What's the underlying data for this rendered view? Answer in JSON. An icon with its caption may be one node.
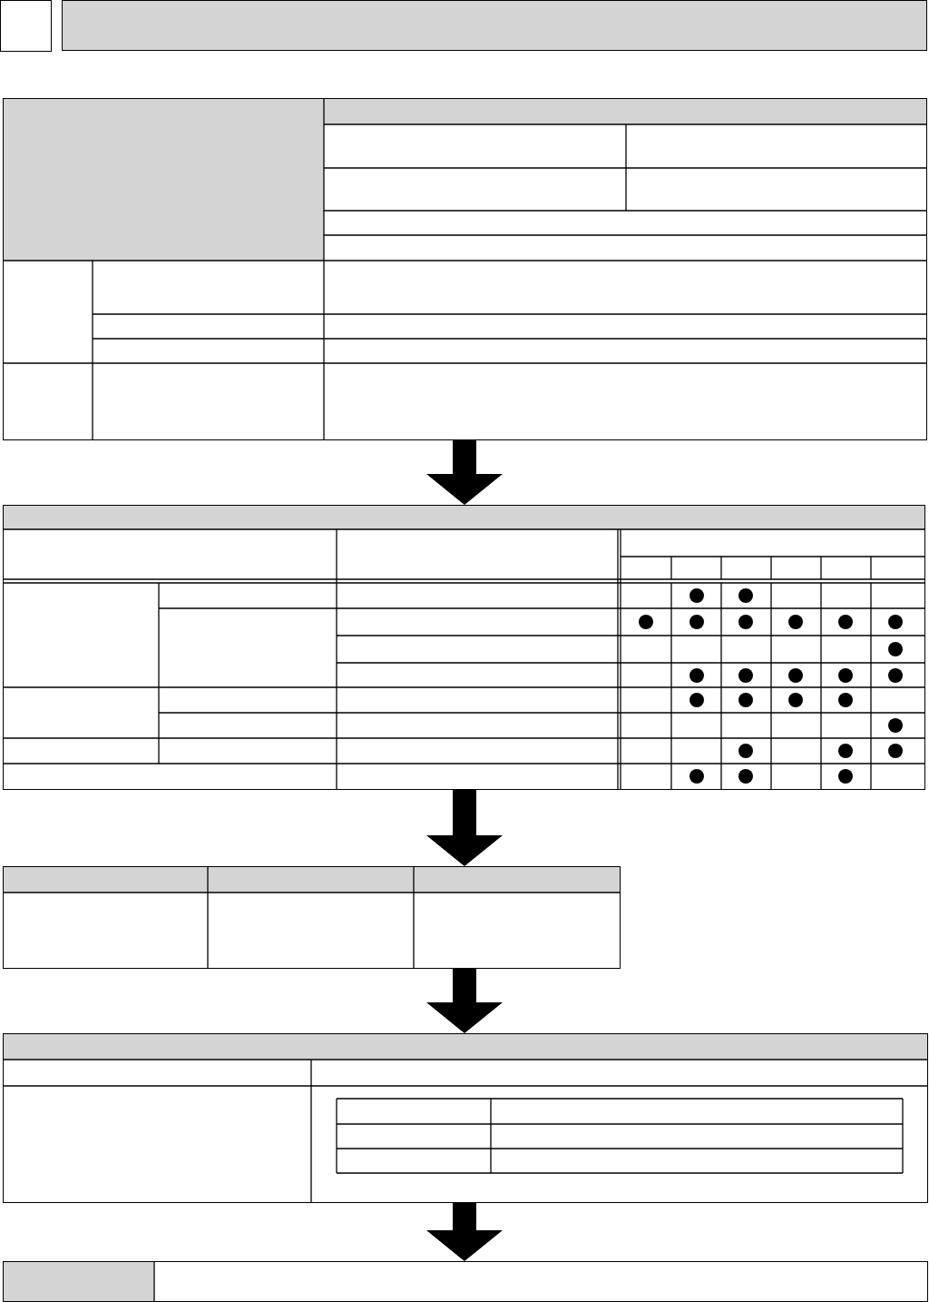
{
  "diagram": {
    "nodes": [
      {
        "text": [],
        "shape": "box"
      },
      {
        "text": [],
        "shape": "box"
      },
      {
        "text": [],
        "shape": "box"
      },
      {
        "text": [],
        "shape": "box"
      },
      {
        "text": [],
        "shape": "box"
      },
      {
        "text": [],
        "shape": "box"
      },
      {
        "text": [],
        "shape": "box"
      }
    ],
    "edges": [
      {
        "from": 2,
        "to": 3,
        "arrow": "to"
      },
      {
        "from": 3,
        "to": 4,
        "arrow": "to"
      },
      {
        "from": 4,
        "to": 5,
        "arrow": "to"
      },
      {
        "from": 5,
        "to": 6,
        "arrow": "to"
      }
    ]
  }
}
